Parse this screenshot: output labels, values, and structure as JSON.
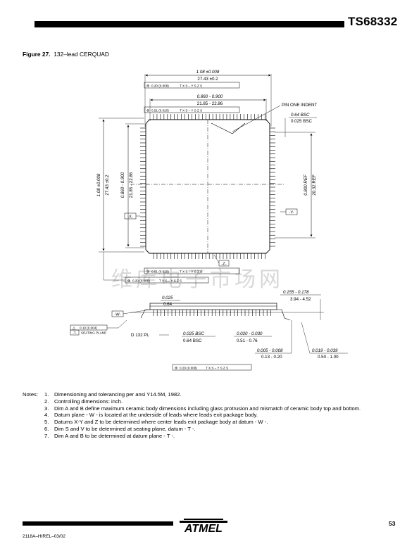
{
  "header": {
    "title": "TS68332"
  },
  "figure": {
    "label": "Figure 27.",
    "caption": "132–lead CERQUAD",
    "dims": {
      "top_width_in": "1.08 ±0.008",
      "top_width_mm": "27.43 ±0.2",
      "body_in": "0.860 - 0.900",
      "body_mm": "21.85 - 22.86",
      "pin_one": "PIN ONE INDENT",
      "pitch_in": "0.64 BSC",
      "pitch_mm": "0.025 BSC",
      "left_outer_in": "1.08 ±0.008",
      "left_outer_mm": "27.43 ±0.2",
      "left_body_in": "0.860 - 0.900",
      "left_body_mm": "21.85 - 22.86",
      "right_ref_in": "0.800 REF",
      "right_ref_mm": "20.32 REF",
      "datum_x": "-X-",
      "datum_y": "-Y-",
      "datum_z": "-Z-",
      "datum_w": "-W-",
      "datum_t": "-T-",
      "fcf_top1": "0.20 (0.008)",
      "fcf_top2": "0.51 (0.020)",
      "fcf_bot1": "0.51 (0.020)",
      "fcf_bot2": "0.20 (0.008)",
      "fcf_last": "0.20 (0.008)",
      "fcf_refs": "T X S – Y S Z S",
      "side_h_in": "0.155 - 0.178",
      "side_h_mm": "3.94 - 4.52",
      "side_t_in": "0.025",
      "side_t_mm": "0.64",
      "seating_val": "0.10 (0.004)",
      "seating_plane": "SEATING PLANE",
      "d132": "D 132 PL",
      "lead_pitch_in": "0.025 BSC",
      "lead_pitch_mm": "0.64 BSC",
      "lead_w_in": "0.020 - 0.030",
      "lead_w_mm": "0.51 - 0.76",
      "lead_th_in": "0.005 - 0.008",
      "lead_th_mm": "0.13 - 0.20",
      "foot_in": "0.019 - 0.039",
      "foot_mm": "0.50 - 1.00"
    }
  },
  "notes": {
    "label": "Notes:",
    "items": [
      {
        "n": "1.",
        "t": "Dimensioning and tolerancing per ansi Y14.5M, 1982."
      },
      {
        "n": "2.",
        "t": "Controlling dimensions: inch."
      },
      {
        "n": "3.",
        "t": "Dim A and B define maximum ceramic body dimensions including glass protrusion and mismatch of ceramic body top and bottom."
      },
      {
        "n": "4.",
        "t": "Datum plane - W - is located at the underside of leads where leads exit package body."
      },
      {
        "n": "5.",
        "t": "Datums X-Y and Z to be determined where center leads exit package body at datum - W -."
      },
      {
        "n": "6.",
        "t": "Dim S and V to be determined at seating plane, datum - T -."
      },
      {
        "n": "7.",
        "t": "Dim A and B to be determined at datum plane - T -."
      }
    ]
  },
  "footer": {
    "code": "2118A–HIREL–03/02",
    "page": "53",
    "logo_text": "ATMEL"
  },
  "watermark": "维库电子市场网"
}
